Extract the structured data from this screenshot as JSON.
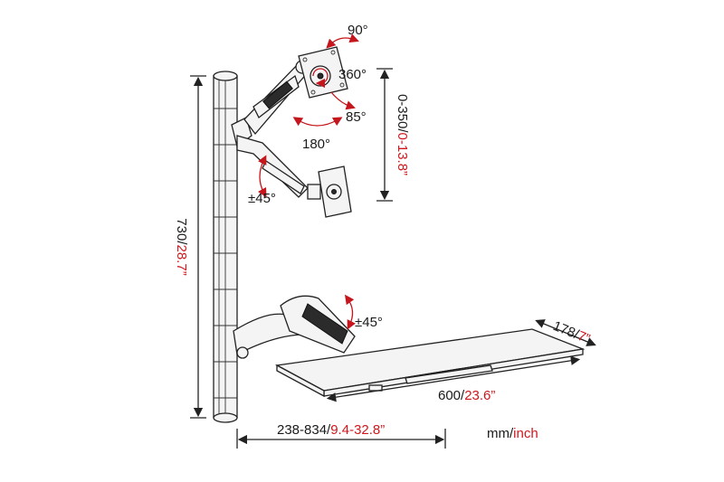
{
  "labels": {
    "rot_90": "90°",
    "rot_360": "360°",
    "tilt_85": "85°",
    "swivel_180": "180°",
    "tilt_45_upper": "±45°",
    "tilt_45_lower": "±45°",
    "height_mm": "730/",
    "height_in": "28.7”",
    "arm_range_mm": "0-350/",
    "arm_range_in": "0-13.8”",
    "depth_mm": "178/",
    "depth_in": "7”",
    "width_mm": "600/",
    "width_in": "23.6”",
    "reach_mm": "238-834/",
    "reach_in": "9.4-32.8”",
    "units_mm": "mm/",
    "units_in": "inch"
  },
  "colors": {
    "accent_red": "#d0161c",
    "line": "#222222"
  }
}
